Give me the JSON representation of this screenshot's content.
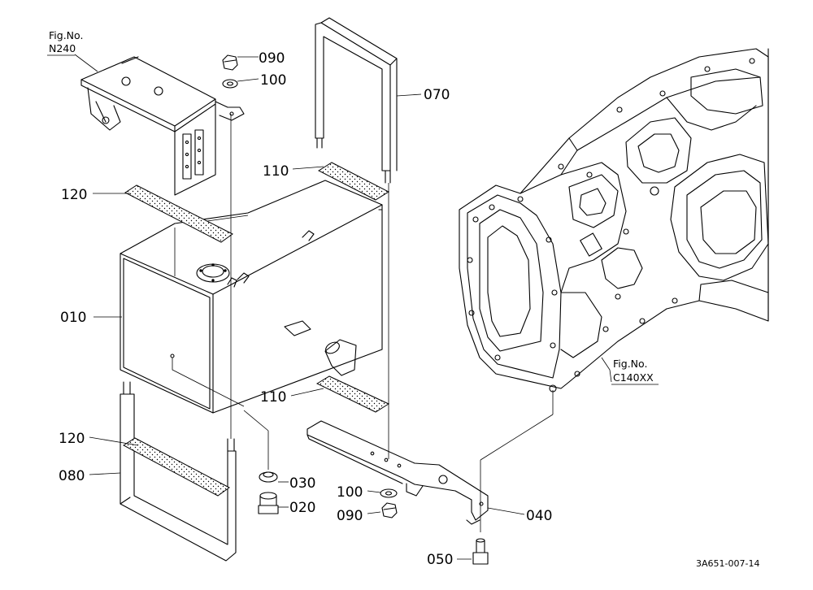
{
  "diagram": {
    "part_labels": {
      "p010": "010",
      "p020": "020",
      "p030": "030",
      "p040": "040",
      "p050": "050",
      "p070": "070",
      "p080": "080",
      "p090_top": "090",
      "p090_bottom": "090",
      "p100_top": "100",
      "p100_bottom": "100",
      "p110_top": "110",
      "p110_bottom": "110",
      "p120_top": "120",
      "p120_bottom": "120"
    },
    "fig_refs": {
      "n240": {
        "line1": "Fig.No.",
        "line2": "N240"
      },
      "c140": {
        "line1": "Fig.No.",
        "line2": "C140XX"
      }
    },
    "drawing_code": "3A651-007-14"
  }
}
